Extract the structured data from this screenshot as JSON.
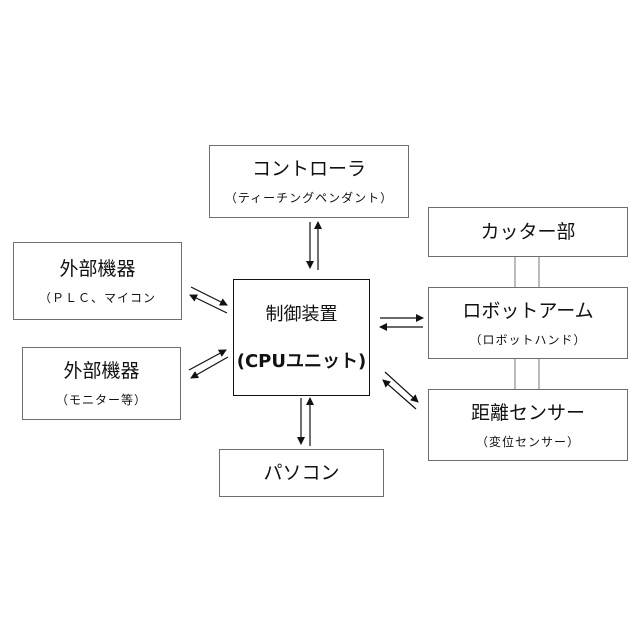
{
  "nodes": {
    "controller": {
      "title": "コントローラ",
      "subtitle": "（ティーチングペンダント）"
    },
    "cutter": {
      "title": "カッター部"
    },
    "external1": {
      "title": "外部機器",
      "subtitle": "（ＰＬＣ、マイコン"
    },
    "control_unit": {
      "title": "制御装置",
      "subtitle": "(CPUユニット)"
    },
    "robot_arm": {
      "title": "ロボットアーム",
      "subtitle": "（ロボットハンド）"
    },
    "external2": {
      "title": "外部機器",
      "subtitle": "（モニター等）"
    },
    "distance_sensor": {
      "title": "距離センサー",
      "subtitle": "（変位センサー）"
    },
    "pc": {
      "title": "パソコン"
    }
  }
}
